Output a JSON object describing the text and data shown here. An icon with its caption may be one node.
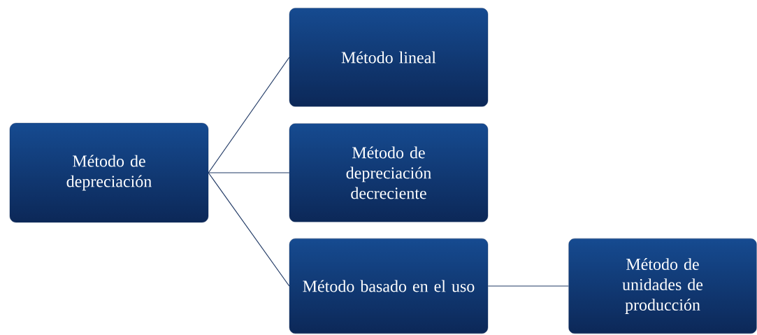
{
  "diagram": {
    "nodes": [
      {
        "text": [
          "Método de depreciación"
        ]
      },
      {
        "text": [
          "Método lineal"
        ]
      },
      {
        "text": [
          "Método de depreciación decreciente"
        ]
      },
      {
        "text": [
          "Método basado en el uso"
        ]
      },
      {
        "text": [
          "Método de unidades de producción"
        ]
      }
    ],
    "edges": [
      {
        "from": 0,
        "to": 1,
        "arrow": "none"
      },
      {
        "from": 0,
        "to": 2,
        "arrow": "none"
      },
      {
        "from": 0,
        "to": 3,
        "arrow": "none"
      },
      {
        "from": 3,
        "to": 4,
        "arrow": "none"
      }
    ]
  }
}
